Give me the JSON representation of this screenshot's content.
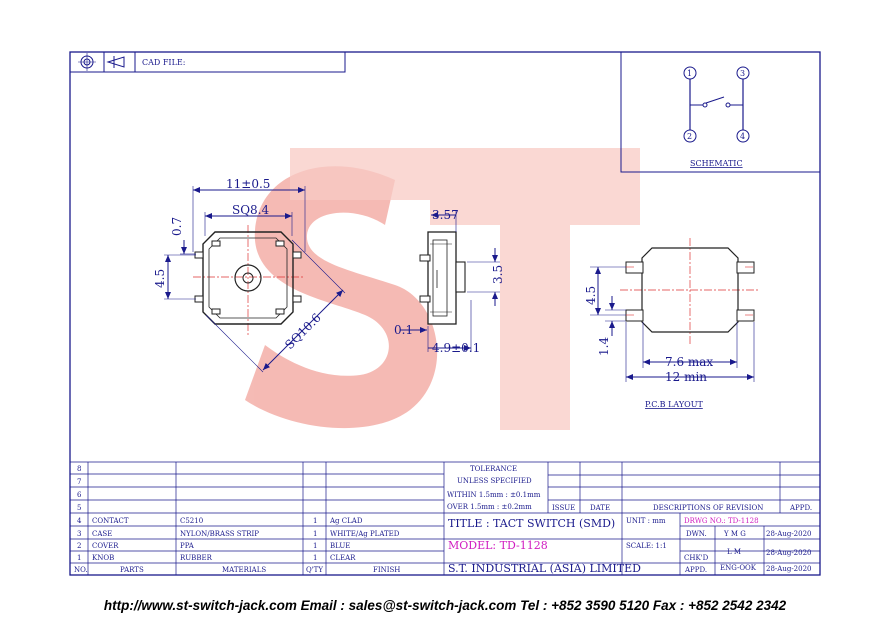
{
  "header": {
    "cad_file_label": "CAD FILE:"
  },
  "schematic": {
    "pins": [
      "1",
      "3",
      "2",
      "4"
    ],
    "title": "SCHEMATIC"
  },
  "watermark": {
    "text": "ST",
    "color": "#f0a8a0"
  },
  "dimensions": {
    "width_outer": "11±0.5",
    "sq_inner": "SQ8.4",
    "sq_body": "SQ10.6",
    "lead_offset": "0.7",
    "lead_pitch": "4.5",
    "side_height": "3.57",
    "actuator_height": "3.5",
    "base_gap": "0.1",
    "body_width": "4.9±0.1"
  },
  "pcb": {
    "pad_pitch": "4.5",
    "pad_width": "1.4",
    "max_label": "7.6 max",
    "min_label": "12 min",
    "title": "P.C.B LAYOUT"
  },
  "parts_table": {
    "row_numbers": [
      "8",
      "7",
      "6",
      "5"
    ],
    "rows": [
      {
        "no": "4",
        "part": "CONTACT",
        "material": "C5210",
        "qty": "1",
        "finish": "Ag CLAD"
      },
      {
        "no": "3",
        "part": "CASE",
        "material": "NYLON/BRASS STRIP",
        "qty": "1",
        "finish": "WHITE/Ag PLATED"
      },
      {
        "no": "2",
        "part": "COVER",
        "material": "PPA",
        "qty": "1",
        "finish": "BLUE"
      },
      {
        "no": "1",
        "part": "KNOB",
        "material": "RUBBER",
        "qty": "1",
        "finish": "CLEAR"
      }
    ],
    "headers": {
      "no": "NO.",
      "parts": "PARTS",
      "materials": "MATERIALS",
      "qty": "Q'TY",
      "finish": "FINISH"
    }
  },
  "title_block": {
    "tolerance": "TOLERANCE",
    "unless": "UNLESS  SPECIFIED",
    "within": "WITHIN  1.5mm : ±0.1mm",
    "over": "OVER    1.5mm : ±0.2mm",
    "issue": "ISSUE",
    "date": "DATE",
    "descriptions": "DESCRIPTIONS  OF  REVISION",
    "appd": "APPD.",
    "title": "TITLE : TACT SWITCH (SMD)",
    "unit": "UNIT :  mm",
    "drwg": "DRWG NO.: TD-1128",
    "model": "MODEL: TD-1128",
    "scale": "SCALE:   1:1",
    "company": "S.T.  INDUSTRIAL  (ASIA)  LIMITED",
    "dwn_label": "DWN.",
    "dwn_name": "Y M G",
    "dwn_date": "28-Aug-2020",
    "chk_label": "CHK'D",
    "chk_name": "L M",
    "chk_date": "28-Aug-2020",
    "appd_label": "APPD.",
    "appd_name": "ENG-OOK",
    "appd_date": "28-Aug-2020"
  },
  "footer": {
    "text": "http://www.st-switch-jack.com  Email : sales@st-switch-jack.com  Tel : +852 3590 5120  Fax : +852 2542 2342"
  }
}
